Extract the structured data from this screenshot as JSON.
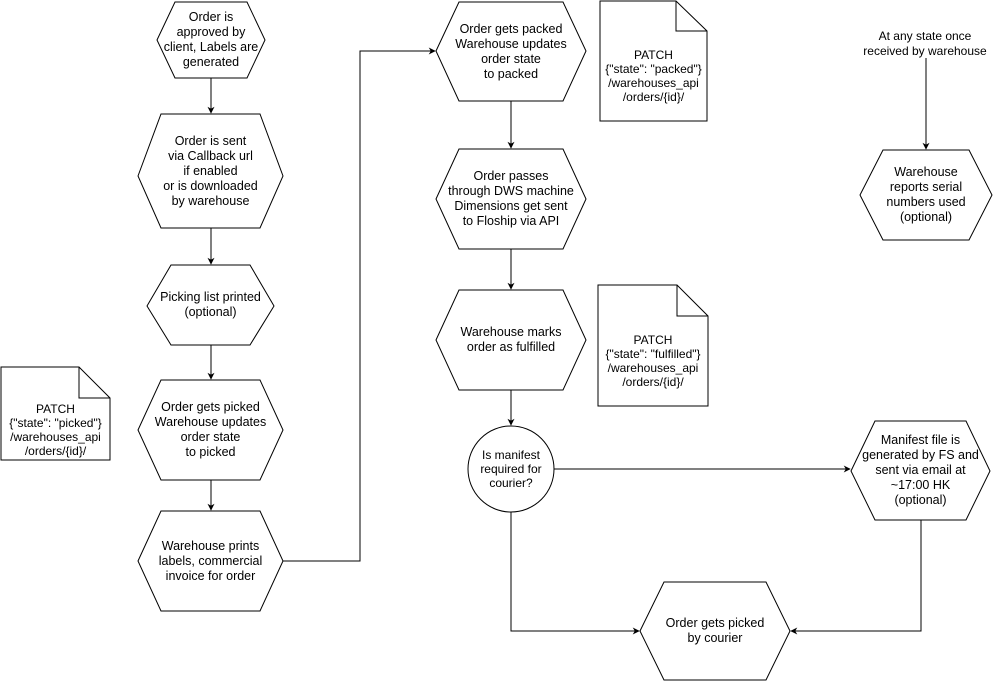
{
  "colors": {
    "stroke": "#000000",
    "fill": "#ffffff",
    "text": "#000000"
  },
  "nodes": {
    "approved": "Order is\napproved by\nclient, Labels are\ngenerated",
    "sent": "Order is sent\nvia Callback url\nif enabled\nor is downloaded\nby warehouse",
    "picking": "Picking list printed\n(optional)",
    "picked": "Order gets picked\nWarehouse updates\norder state\nto picked",
    "prints": "Warehouse prints\nlabels, commercial\ninvoice for order",
    "packed": "Order gets packed\nWarehouse updates\norder state\nto packed",
    "dws": "Order passes\nthrough DWS machine\nDimensions get sent\nto Floship via API",
    "fulfilled": "Warehouse marks\norder as fulfilled",
    "manifest_q": "Is manifest\nrequired for\ncourier?",
    "manifest_file": "Manifest file is\ngenerated by FS and\nsent via email at\n~17:00 HK\n(optional)",
    "courier": "Order gets picked\nby courier",
    "serial": "Warehouse\nreports serial\nnumbers used\n(optional)"
  },
  "notes": {
    "any_state": "At any state once\nreceived by warehouse"
  },
  "documents": {
    "picked": "PATCH\n{\"state\": \"picked\"}\n/warehouses_api\n/orders/{id}/",
    "packed": "PATCH\n{\"state\": \"packed\"}\n/warehouses_api\n/orders/{id}/",
    "fulfilled": "PATCH\n{\"state\": \"fulfilled\"}\n/warehouses_api\n/orders/{id}/"
  }
}
